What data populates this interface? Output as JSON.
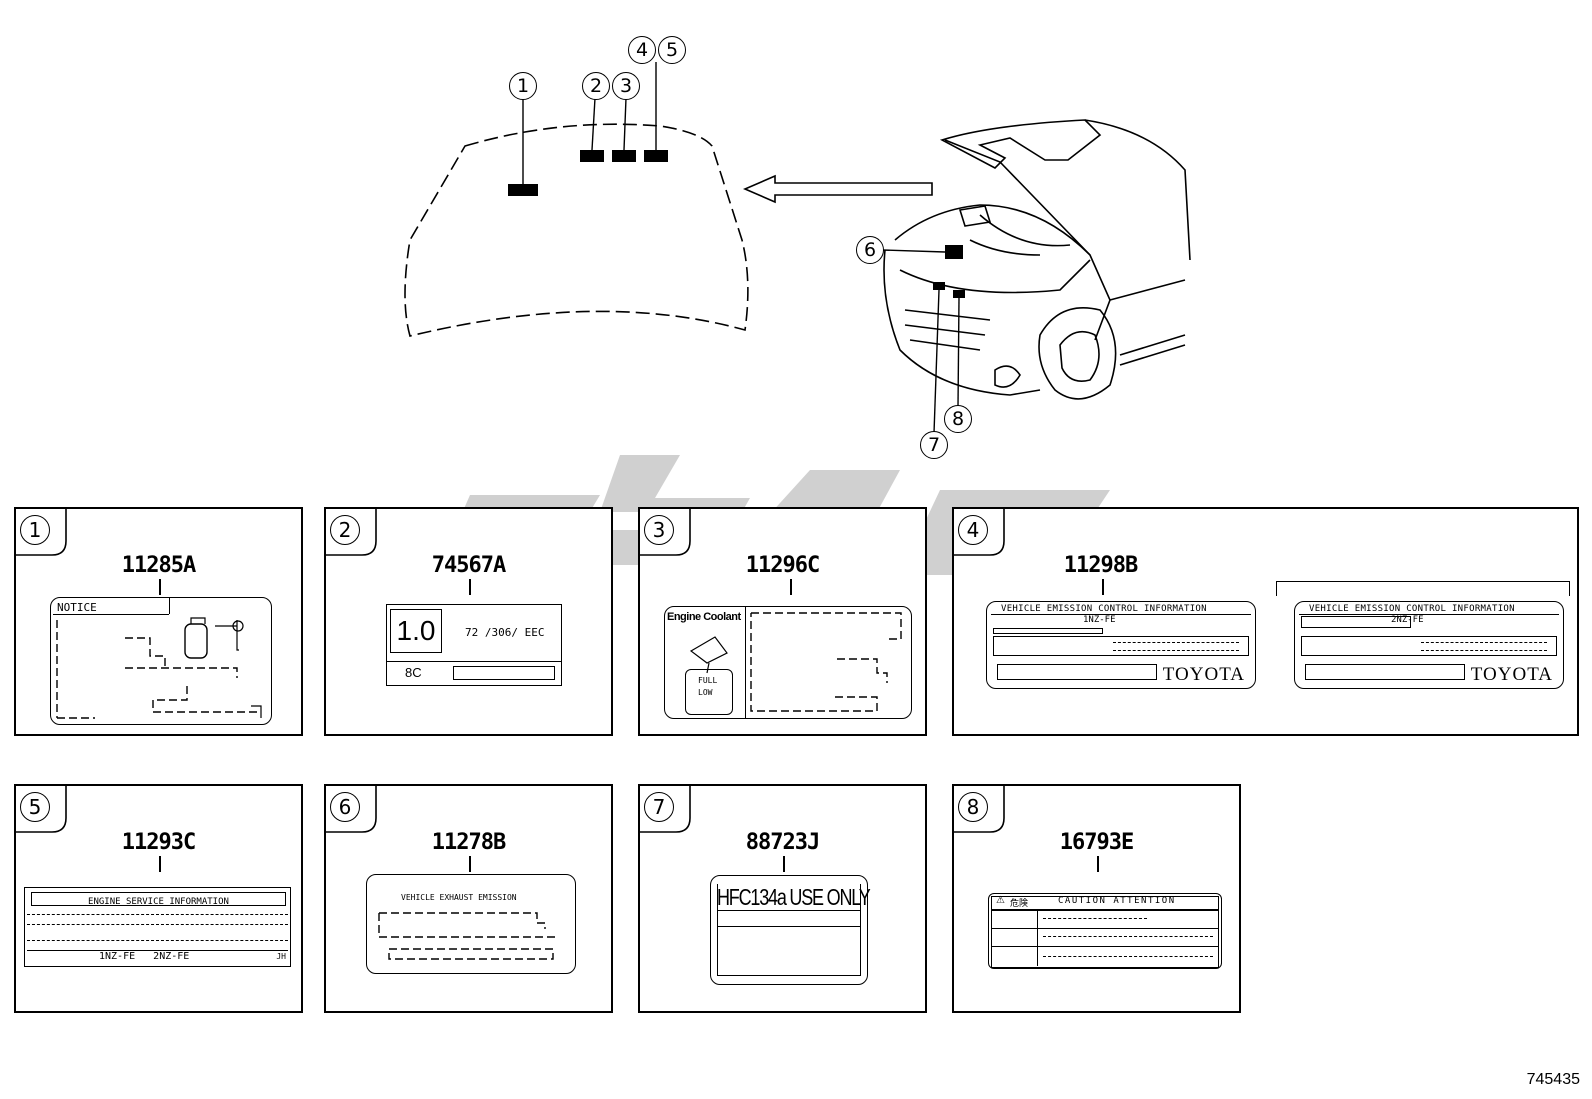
{
  "figure_id": "745435",
  "overview": {
    "callouts": [
      "1",
      "2",
      "3",
      "4",
      "5",
      "6",
      "7",
      "8"
    ]
  },
  "panels": [
    {
      "num": "1",
      "code": "11285A",
      "notice": "NOTICE"
    },
    {
      "num": "2",
      "code": "74567A",
      "big_value": "1.0",
      "regulation": "72 /306/ EEC",
      "code_small": "8C"
    },
    {
      "num": "3",
      "code": "11296C",
      "coolant_title": "Engine Coolant",
      "full": "FULL",
      "low": "LOW"
    },
    {
      "num": "4",
      "code": "11298B",
      "left_title": "VEHICLE EMISSION CONTROL INFORMATION",
      "left_engine": "1NZ-FE",
      "left_brand": "TOYOTA",
      "right_title": "VEHICLE EMISSION CONTROL INFORMATION",
      "right_engine": "2NZ-FE",
      "right_brand": "TOYOTA"
    },
    {
      "num": "5",
      "code": "11293C",
      "title": "ENGINE SERVICE INFORMATION",
      "engines": "1NZ-FE   2NZ-FE",
      "corner": "JH"
    },
    {
      "num": "6",
      "code": "11278B",
      "title": "VEHICLE EXHAUST EMISSION"
    },
    {
      "num": "7",
      "code": "88723J",
      "refrigerant": "HFC134a USE ONLY"
    },
    {
      "num": "8",
      "code": "16793E",
      "warn_kanji": "危険",
      "title": "CAUTION ATTENTION"
    }
  ]
}
